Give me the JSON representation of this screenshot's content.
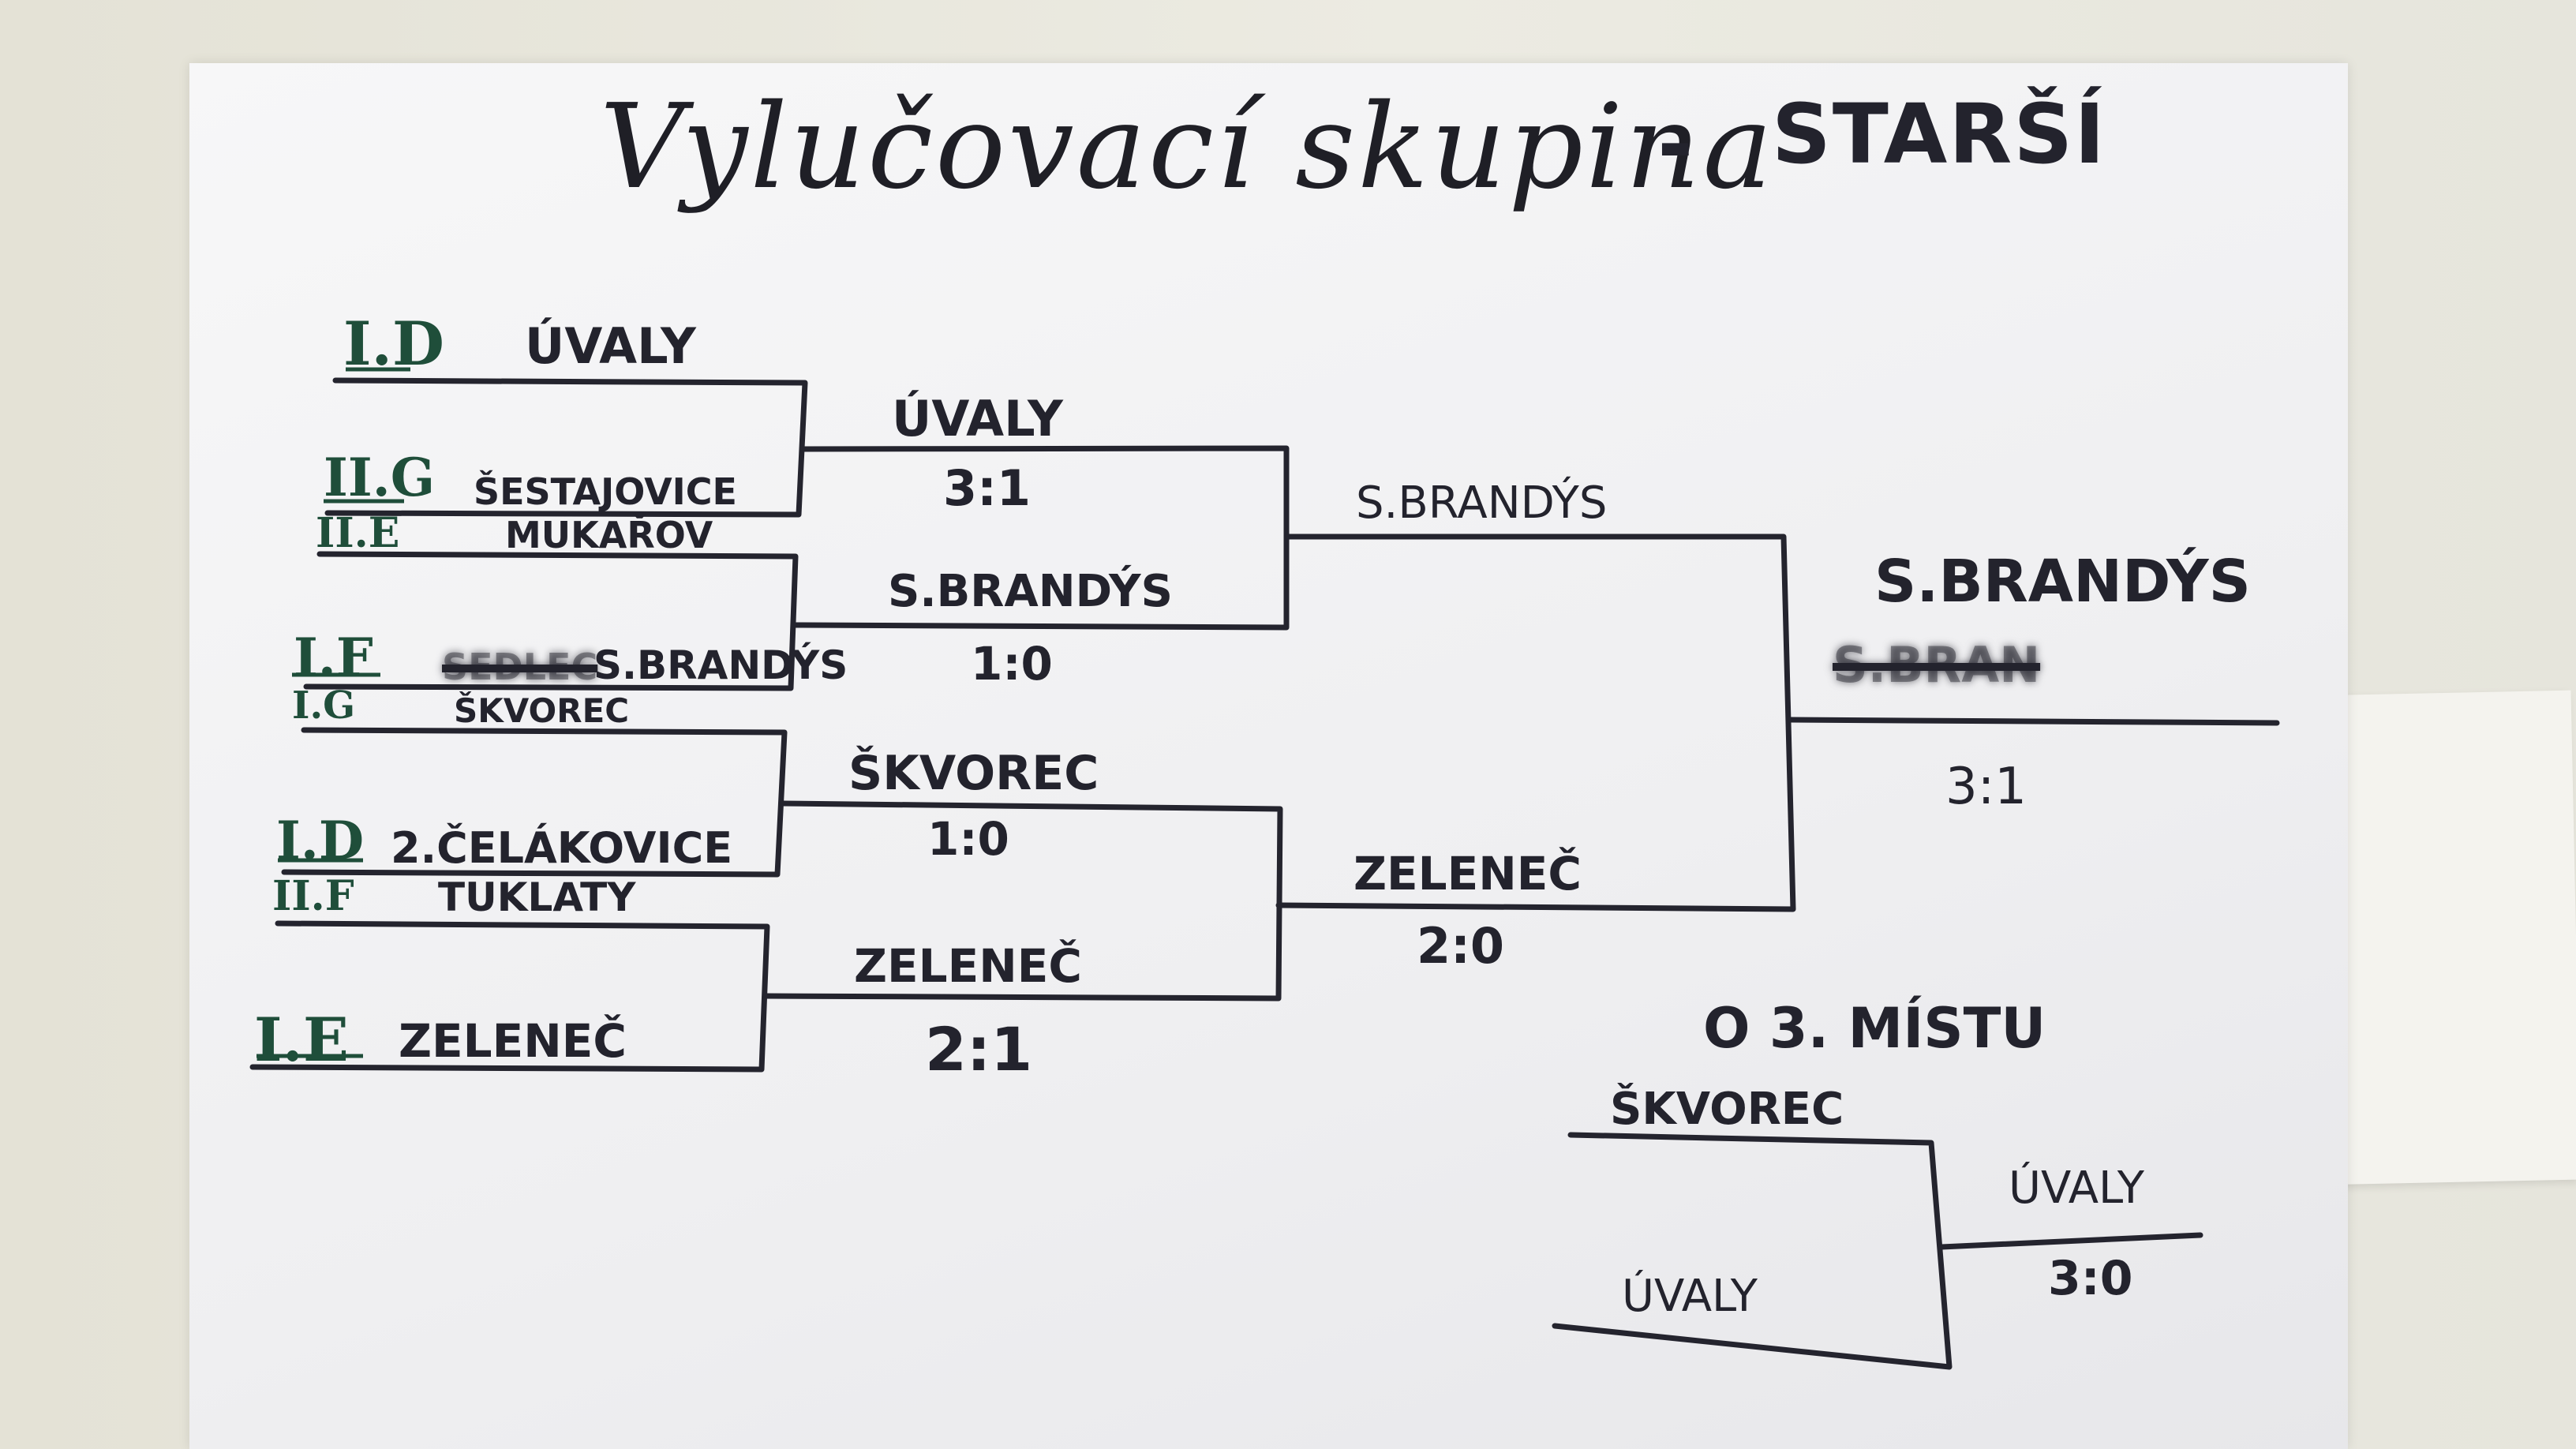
{
  "title": {
    "main": "Vylučovací skupina",
    "dash": "-",
    "category": "STARŠÍ"
  },
  "first_round": [
    {
      "seed": "I.D",
      "team": "ÚVALY"
    },
    {
      "seed": "II.G",
      "team": "ŠESTAJOVICE"
    },
    {
      "seed": "II.E",
      "team": "MUKAŘOV"
    },
    {
      "seed": "I.F",
      "team": "S.BRANDÝS",
      "crossed": "SEDLEC"
    },
    {
      "seed": "I.G",
      "team": "ŠKVOREC"
    },
    {
      "seed": "I.D",
      "team": "2.ČELÁKOVICE"
    },
    {
      "seed": "II.F",
      "team": "TUKLATY"
    },
    {
      "seed": "I.E",
      "team": "ZELENEČ"
    }
  ],
  "quarterfinal_winners": [
    {
      "team": "ÚVALY",
      "score": "3:1"
    },
    {
      "team": "S.BRANDÝS",
      "score": "1:0"
    },
    {
      "team": "ŠKVOREC",
      "score": "1:0"
    },
    {
      "team": "ZELENEČ",
      "score": "2:1"
    }
  ],
  "semifinal_winners": [
    {
      "team": "S.BRANDÝS"
    },
    {
      "team": "ZELENEČ",
      "score": "2:0"
    }
  ],
  "final": {
    "winner": "S.BRANDÝS",
    "crossed": "S.BRAN",
    "score": "3:1"
  },
  "third_place": {
    "heading": "O 3. MÍSTU",
    "team_a": "ŠKVOREC",
    "team_b": "ÚVALY",
    "winner": "ÚVALY",
    "score": "3:0"
  }
}
